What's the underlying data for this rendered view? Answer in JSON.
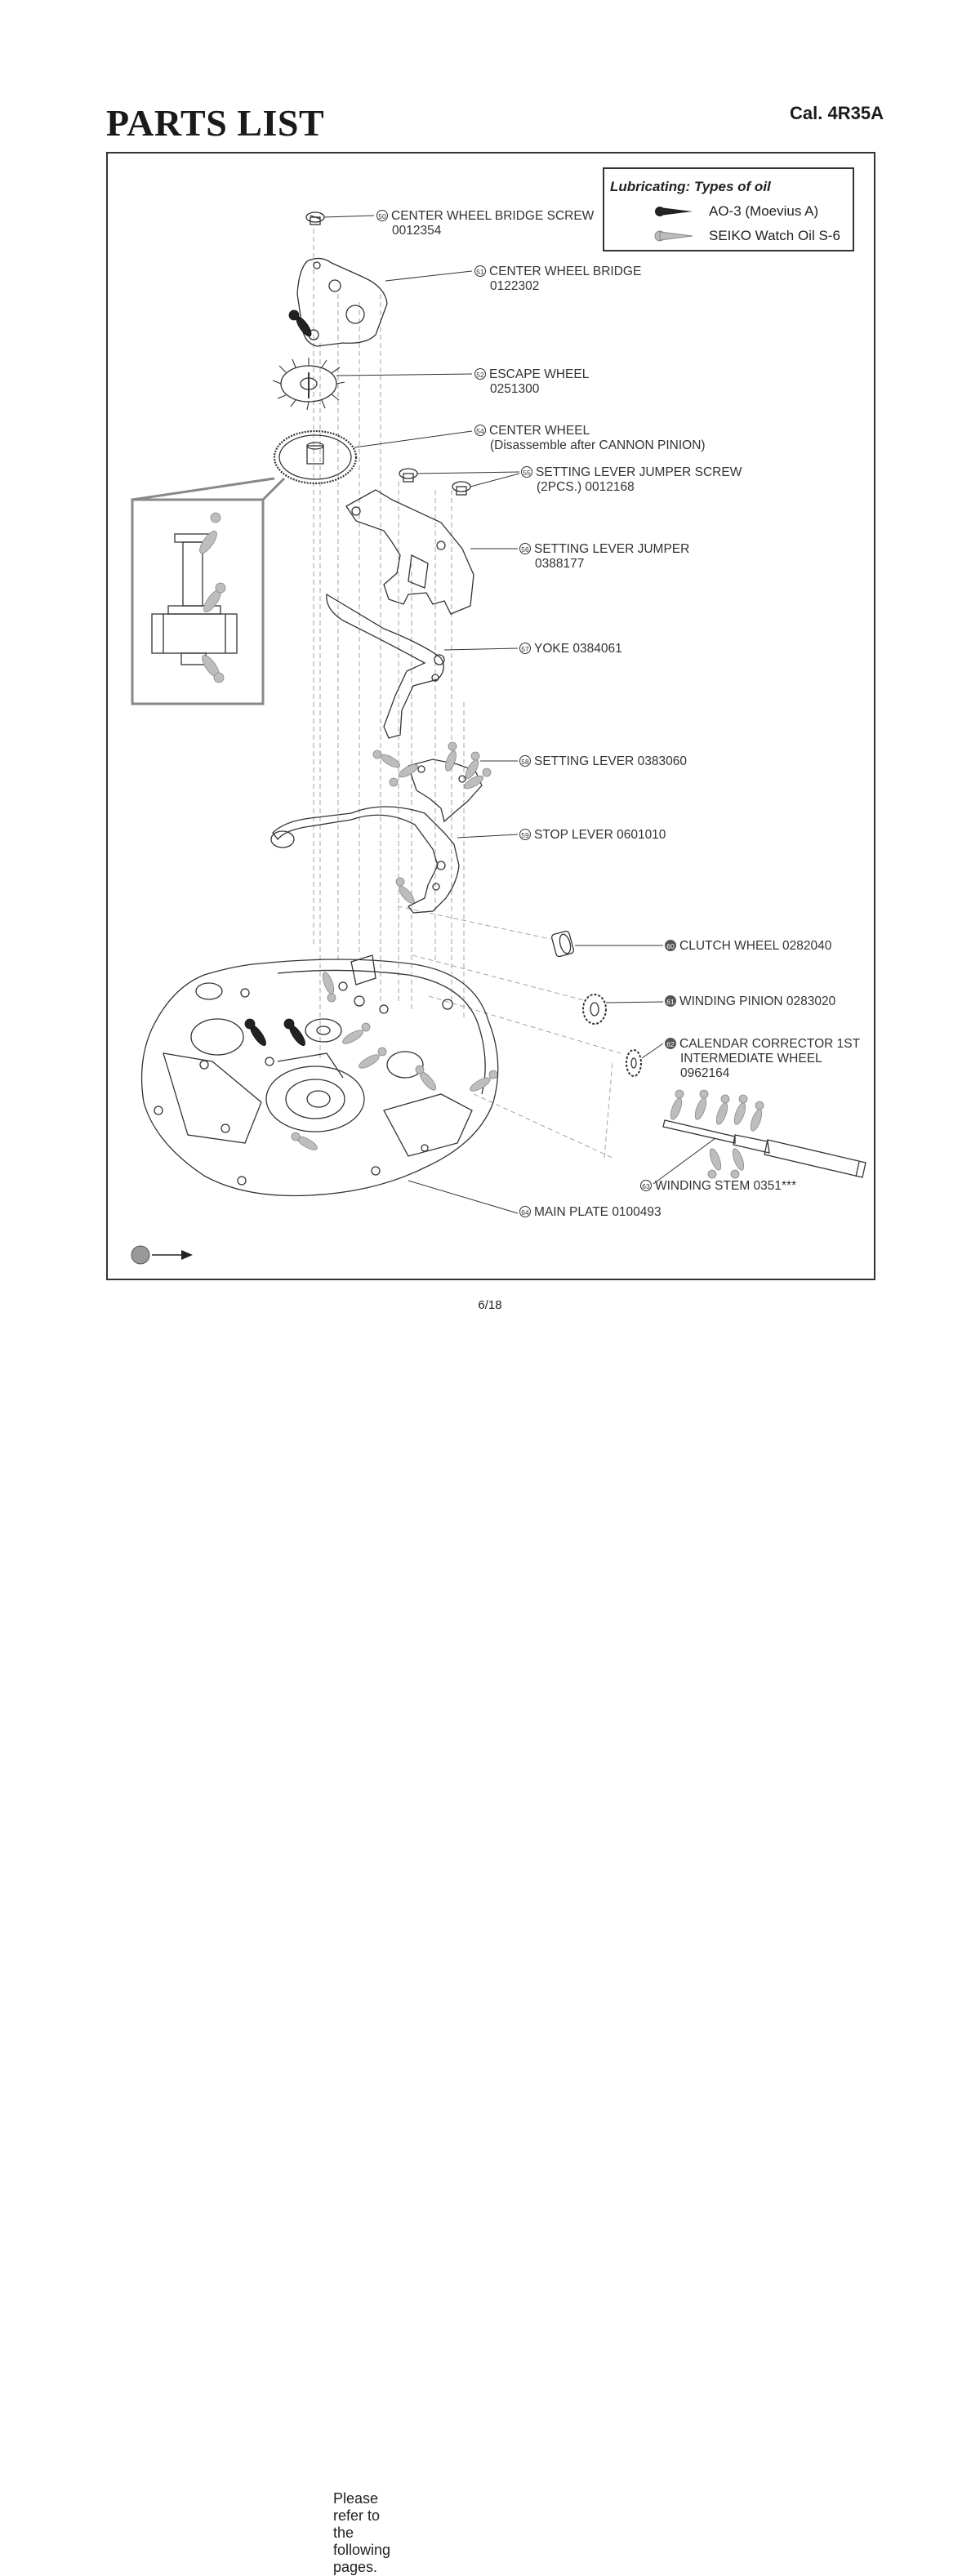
{
  "header": {
    "title": "PARTS LIST",
    "caliber": "Cal. 4R35A"
  },
  "legend": {
    "title": "Lubricating:  Types of oil",
    "items": [
      {
        "label": "AO-3 (Moevius A)",
        "color": "#222222"
      },
      {
        "label": "SEIKO Watch Oil S-6",
        "color": "#b8b8b8"
      }
    ]
  },
  "parts": [
    {
      "number": "50",
      "name": "CENTER WHEEL BRIDGE SCREW",
      "code": "0012354"
    },
    {
      "number": "51",
      "name": "CENTER WHEEL BRIDGE",
      "code": "0122302"
    },
    {
      "number": "52",
      "name": "ESCAPE WHEEL",
      "code": "0251300"
    },
    {
      "number": "54",
      "name": "CENTER WHEEL",
      "code": "(Disassemble after CANNON PINION)"
    },
    {
      "number": "55",
      "name": "SETTING LEVER JUMPER SCREW",
      "code": "(2PCS.)    0012168"
    },
    {
      "number": "56",
      "name": "SETTING LEVER JUMPER",
      "code": "0388177"
    },
    {
      "number": "57",
      "name": "YOKE    0384061",
      "code": ""
    },
    {
      "number": "58",
      "name": "SETTING LEVER  0383060",
      "code": ""
    },
    {
      "number": "59",
      "name": "STOP LEVER  0601010",
      "code": ""
    },
    {
      "number": "60",
      "name": "CLUTCH WHEEL 0282040",
      "code": ""
    },
    {
      "number": "61",
      "name": "WINDING PINION 0283020",
      "code": ""
    },
    {
      "number": "62",
      "name": "CALENDAR CORRECTOR 1ST",
      "code": "INTERMEDIATE WHEEL",
      "code2": "0962164"
    },
    {
      "number": "63",
      "name": "WINDING STEM 0351***",
      "code": ""
    },
    {
      "number": "64",
      "name": "MAIN PLATE  0100493",
      "code": ""
    }
  ],
  "footer_note": "Please refer to the following pages.",
  "page_number": "6/18"
}
